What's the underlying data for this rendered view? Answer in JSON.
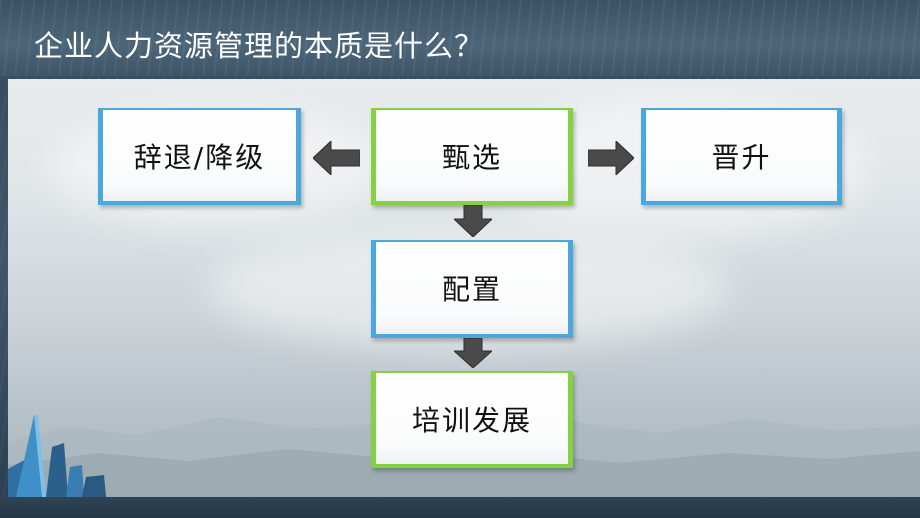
{
  "slide": {
    "title": "企业人力资源管理的本质是什么？"
  },
  "diagram": {
    "nodes": {
      "dismiss": {
        "label": "辞退/降级",
        "border_color": "#4aa8e0"
      },
      "select": {
        "label": "甄选",
        "border_color": "#84d242"
      },
      "promote": {
        "label": "晋升",
        "border_color": "#4aa8e0"
      },
      "allocate": {
        "label": "配置",
        "border_color": "#4aa8e0"
      },
      "develop": {
        "label": "培训发展",
        "border_color": "#84d242"
      }
    },
    "edges": [
      {
        "from": "select",
        "to": "dismiss"
      },
      {
        "from": "select",
        "to": "promote"
      },
      {
        "from": "select",
        "to": "allocate"
      },
      {
        "from": "allocate",
        "to": "develop"
      }
    ],
    "arrow_color": "#4a4a4a"
  }
}
